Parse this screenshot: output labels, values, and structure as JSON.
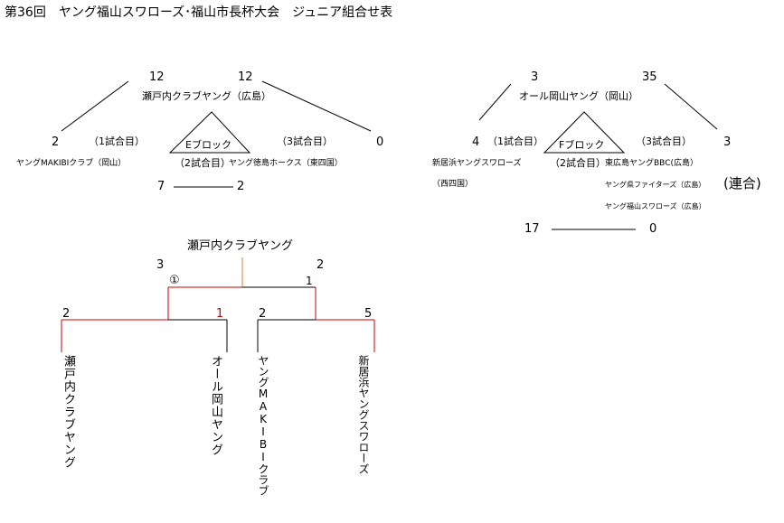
{
  "title": "第36回　ヤング福山スワローズ･福山市長杯大会　ジュニア組合せ表",
  "block_e": {
    "block_label": "Eブロック",
    "top_team": "瀬戸内クラブヤング（広島）",
    "top_score_left": "12",
    "top_score_right": "12",
    "left_team": "ヤングMAKIBIクラブ（岡山）",
    "left_score": "2",
    "right_team": "ヤング徳島ホークス（東四国）",
    "right_score": "0",
    "game1": "（1試合目）",
    "game2": "（2試合目）",
    "game3": "（3試合目）",
    "g2_score_left": "7",
    "g2_score_right": "2"
  },
  "block_f": {
    "block_label": "Fブロック",
    "top_team": "オール岡山ヤング（岡山）",
    "top_score_left": "3",
    "top_score_right": "35",
    "left_team": "新居浜ヤングスワローズ",
    "left_team_region": "（西四国）",
    "left_score": "4",
    "right_team": "東広島ヤングBBC(広島）",
    "right_team_sub1": "ヤング県ファイターズ（広島）",
    "right_team_sub2": "ヤング福山スワローズ（広島）",
    "right_team_note": "(連合)",
    "right_score": "3",
    "game1": "（1試合目）",
    "game2": "（2試合目）",
    "game3": "（3試合目）",
    "g2_score_left": "17",
    "g2_score_right": "0"
  },
  "final": {
    "winner": "瀬戸内クラブヤング",
    "final_score_left": "3",
    "final_score_right": "2",
    "circled_one": "①",
    "game_number_right": "1",
    "semi1_score_left": "2",
    "semi1_score_right": "1",
    "semi2_score_left": "2",
    "semi2_score_right": "5",
    "teams": [
      "瀬戸内クラブヤング",
      "オール岡山ヤング",
      "ヤングMAKIBIクラブ",
      "新居浜ヤングスワローズ"
    ]
  },
  "colors": {
    "win_line": "#cc0000",
    "champion_line": "#e87a2a",
    "line": "#000000"
  }
}
